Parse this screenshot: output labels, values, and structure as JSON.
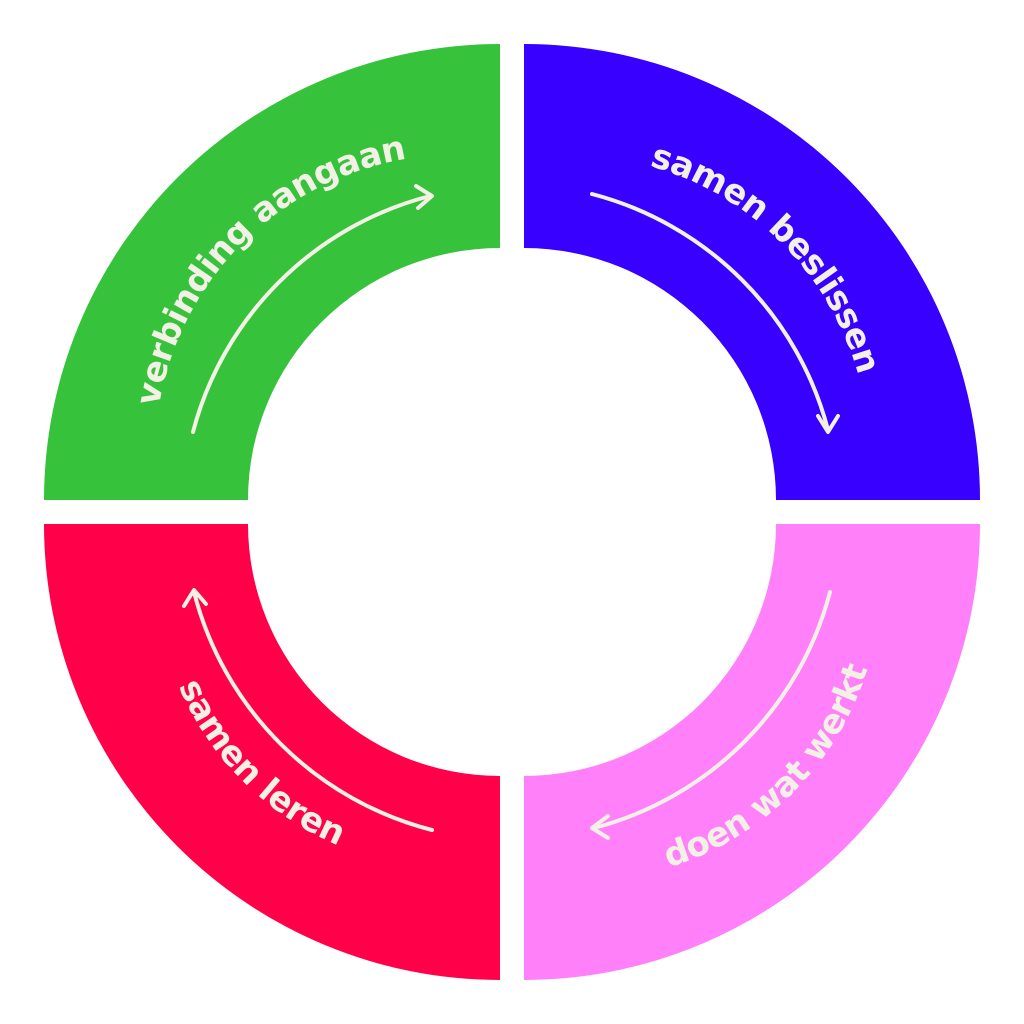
{
  "diagram": {
    "background": "#ffffff",
    "arrow_color": "#f3f0e6",
    "label_color": "#f3f0e6",
    "segments": [
      {
        "id": "top-left",
        "label": "verbinding aangaan",
        "color": "#36c23b",
        "arrow": "clockwise"
      },
      {
        "id": "top-right",
        "label": "samen beslissen",
        "color": "#3700ff",
        "arrow": "clockwise"
      },
      {
        "id": "bottom-right",
        "label": "doen wat werkt",
        "color": "#ff80f9",
        "arrow": "clockwise"
      },
      {
        "id": "bottom-left",
        "label": "samen leren",
        "color": "#ff0049",
        "arrow": "clockwise"
      }
    ]
  }
}
